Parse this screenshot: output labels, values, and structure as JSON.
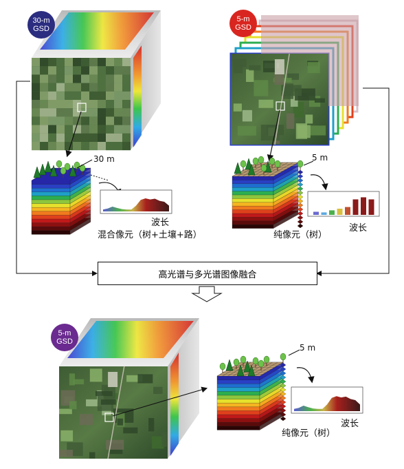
{
  "panels": {
    "top_left": {
      "badge": "30-m",
      "badge2": "GSD",
      "scale": "30 m",
      "wavelength": "波长",
      "caption": "混合像元（树+土壤+路）"
    },
    "top_right": {
      "badge": "5-m",
      "badge2": "GSD",
      "scale": "5 m",
      "wavelength": "波长",
      "caption": "纯像元（树）"
    },
    "bottom": {
      "badge": "5-m",
      "badge2": "GSD",
      "scale": "5 m",
      "wavelength": "波长",
      "caption": "纯像元（树）"
    }
  },
  "fusion_label": "高光谱与多光谱图像融合",
  "colors": {
    "badge_30m": "#2b2d80",
    "badge_5m": "#d9251f",
    "badge_bottom": "#6a2a8f",
    "bar_color": "#8b1a1a"
  },
  "spectra": {
    "top_right_bars": [
      0.15,
      0.12,
      0.22,
      0.3,
      0.38,
      0.75,
      0.85,
      0.75
    ]
  }
}
